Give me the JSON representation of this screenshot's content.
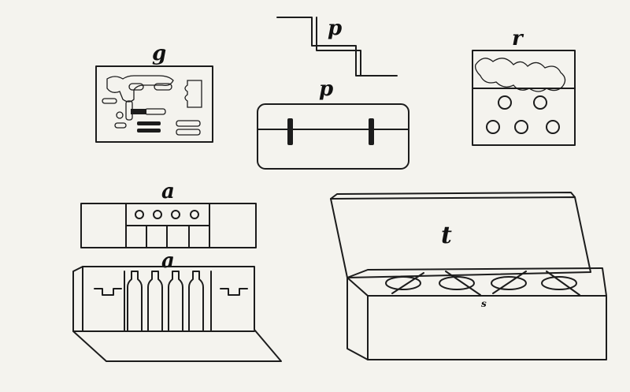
{
  "labels": {
    "g": "g",
    "p_top": "p",
    "p_case": "p",
    "r": "r",
    "a_top": "a",
    "a_bottom": "a",
    "t": "t",
    "s": "s"
  },
  "colors": {
    "ink": "#1c1c1c",
    "paper": "#f4f3ee"
  }
}
